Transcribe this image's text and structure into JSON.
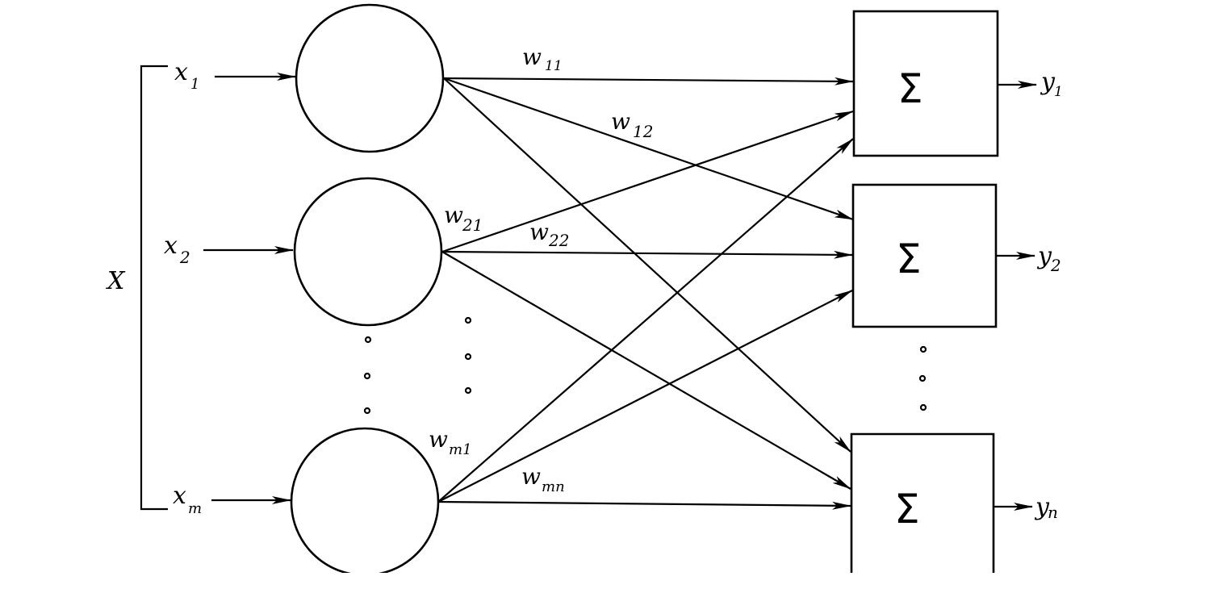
{
  "diagram": {
    "type": "single-layer neural network (input distribution nodes to summation units)",
    "input_vector_label": "X",
    "inputs": [
      {
        "id": "x1",
        "base": "x",
        "sub": "1"
      },
      {
        "id": "x2",
        "base": "x",
        "sub": "2"
      },
      {
        "id": "xm",
        "base": "x",
        "sub": "m"
      }
    ],
    "input_ellipsis": "⋮",
    "hidden_ellipsis": "⋮",
    "output_ellipsis": "⋮",
    "outputs": [
      {
        "id": "y1",
        "base": "y",
        "sub": "1",
        "unit_symbol": "Σ"
      },
      {
        "id": "y2",
        "base": "y",
        "sub": "2",
        "unit_symbol": "Σ"
      },
      {
        "id": "yn",
        "base": "y",
        "sub": "n",
        "unit_symbol": "Σ"
      }
    ],
    "weights": [
      {
        "id": "w11",
        "base": "w",
        "sub": "11",
        "from": "x1",
        "to": "y1"
      },
      {
        "id": "w12",
        "base": "w",
        "sub": "12",
        "from": "x1",
        "to": "y2"
      },
      {
        "id": "w21",
        "base": "w",
        "sub": "21",
        "from": "x2",
        "to": "y1"
      },
      {
        "id": "w22",
        "base": "w",
        "sub": "22",
        "from": "x2",
        "to": "y2"
      },
      {
        "id": "wm1",
        "base": "w",
        "sub": "m1",
        "from": "xm",
        "to": "y1"
      },
      {
        "id": "wmn",
        "base": "w",
        "sub": "mn",
        "from": "xm",
        "to": "yn"
      }
    ],
    "connections": [
      {
        "from": "x1",
        "to": "y1"
      },
      {
        "from": "x1",
        "to": "y2"
      },
      {
        "from": "x1",
        "to": "yn"
      },
      {
        "from": "x2",
        "to": "y1"
      },
      {
        "from": "x2",
        "to": "y2"
      },
      {
        "from": "x2",
        "to": "yn"
      },
      {
        "from": "xm",
        "to": "y1"
      },
      {
        "from": "xm",
        "to": "y2"
      },
      {
        "from": "xm",
        "to": "yn"
      }
    ]
  }
}
